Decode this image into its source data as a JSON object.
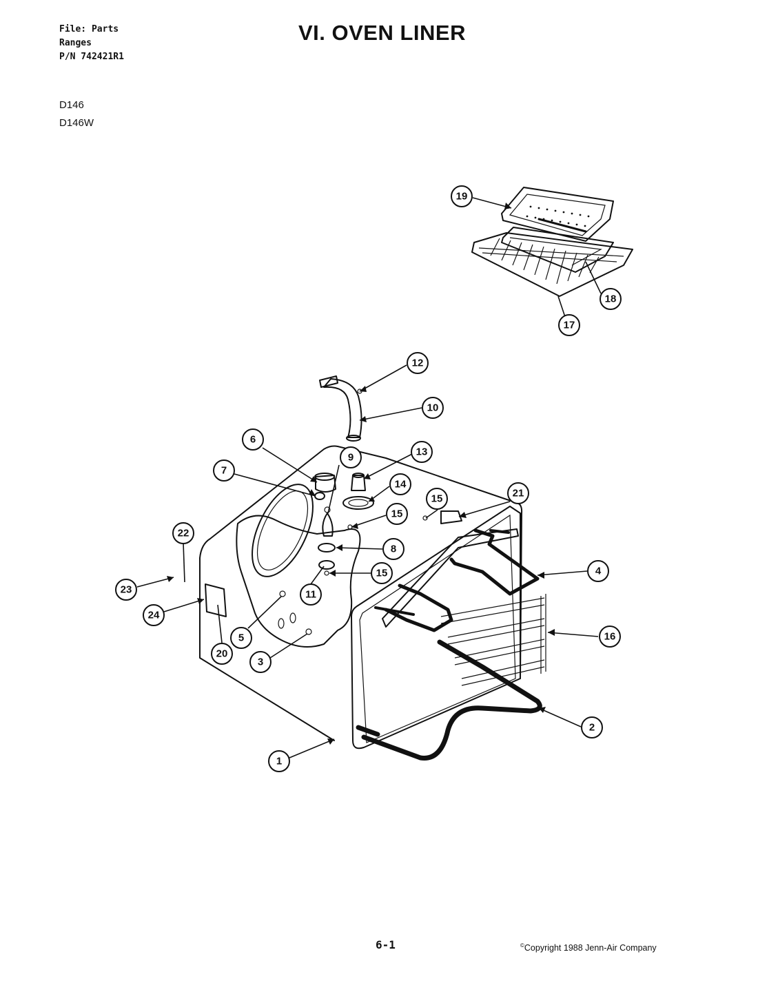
{
  "header": {
    "file_line": "File: Parts",
    "category_line": "Ranges",
    "part_number_line": "P/N 742421R1",
    "title": "VI. OVEN LINER"
  },
  "models": [
    "D146",
    "D146W"
  ],
  "callouts": [
    {
      "id": "19",
      "label": "19"
    },
    {
      "id": "18",
      "label": "18"
    },
    {
      "id": "17",
      "label": "17"
    },
    {
      "id": "12",
      "label": "12"
    },
    {
      "id": "10",
      "label": "10"
    },
    {
      "id": "6",
      "label": "6"
    },
    {
      "id": "9",
      "label": "9"
    },
    {
      "id": "13",
      "label": "13"
    },
    {
      "id": "7",
      "label": "7"
    },
    {
      "id": "14",
      "label": "14"
    },
    {
      "id": "15a",
      "label": "15"
    },
    {
      "id": "15b",
      "label": "15"
    },
    {
      "id": "15c",
      "label": "15"
    },
    {
      "id": "21",
      "label": "21"
    },
    {
      "id": "22",
      "label": "22"
    },
    {
      "id": "8",
      "label": "8"
    },
    {
      "id": "4",
      "label": "4"
    },
    {
      "id": "23",
      "label": "23"
    },
    {
      "id": "11",
      "label": "11"
    },
    {
      "id": "24",
      "label": "24"
    },
    {
      "id": "5",
      "label": "5"
    },
    {
      "id": "16",
      "label": "16"
    },
    {
      "id": "20",
      "label": "20"
    },
    {
      "id": "3",
      "label": "3"
    },
    {
      "id": "2",
      "label": "2"
    },
    {
      "id": "1",
      "label": "1"
    }
  ],
  "footer": {
    "page_number": "6-1",
    "copyright_symbol": "©",
    "copyright_text": "Copyright 1988 Jenn-Air Company"
  }
}
